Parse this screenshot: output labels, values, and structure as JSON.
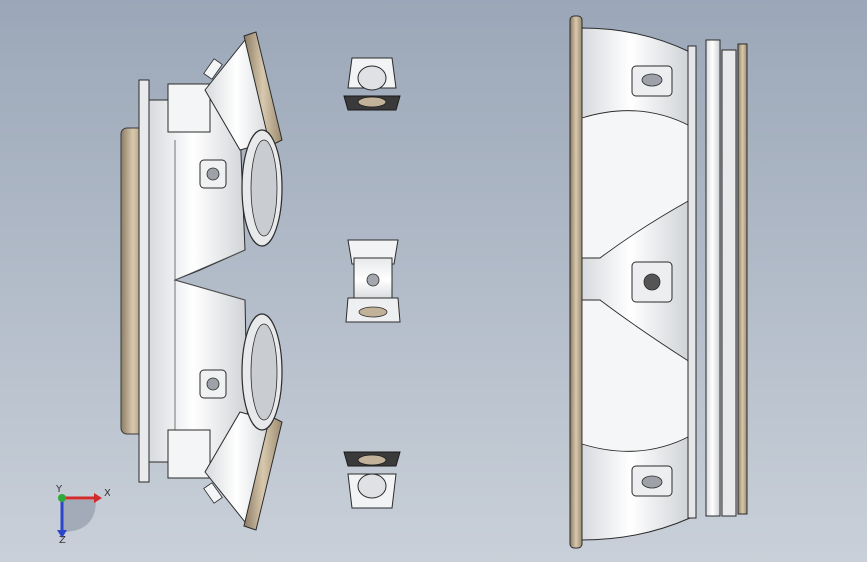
{
  "viewport": {
    "background_top": "#9ba7b8",
    "background_bottom": "#c9d0d9"
  },
  "model": {
    "surface_color": "#f1f2f4",
    "shade_color": "#c9ccd1",
    "edge_color": "#2b2b2b",
    "flange_face_color": "#c2b29a"
  },
  "triad": {
    "x_label": "X",
    "y_label": "Y",
    "z_label": "Z",
    "x_color": "#d22b2b",
    "y_color": "#2faa3c",
    "z_color": "#2b46c8"
  }
}
